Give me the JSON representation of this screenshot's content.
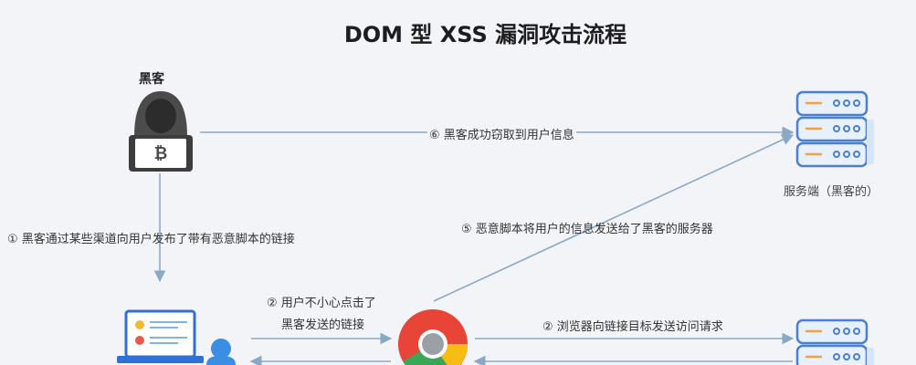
{
  "title": "DOM 型 XSS 漏洞攻击流程",
  "actors": {
    "hacker": "黑客",
    "server_hacker": "服务端（黑客的）"
  },
  "steps": {
    "s1": "① 黑客通过某些渠道向用户发布了带有恶意脚本的链接",
    "s2_user_line1": "② 用户不小心点击了",
    "s2_user_line2": "黑客发送的链接",
    "s2_browser": "② 浏览器向链接目标发送访问请求",
    "s5": "⑤ 恶意脚本将用户的信息发送给了黑客的服务器",
    "s6": "⑥ 黑客成功窃取到用户信息"
  },
  "icons": {
    "hacker": "hacker-icon",
    "hacker_server": "server-icon",
    "target_server": "server-icon",
    "user_laptop": "laptop-icon",
    "user": "user-icon",
    "browser": "chrome-browser-icon"
  },
  "colors": {
    "arrow": "#8aa9c7",
    "server": "#4a7fd4",
    "hacker": "#4b4b4b"
  }
}
